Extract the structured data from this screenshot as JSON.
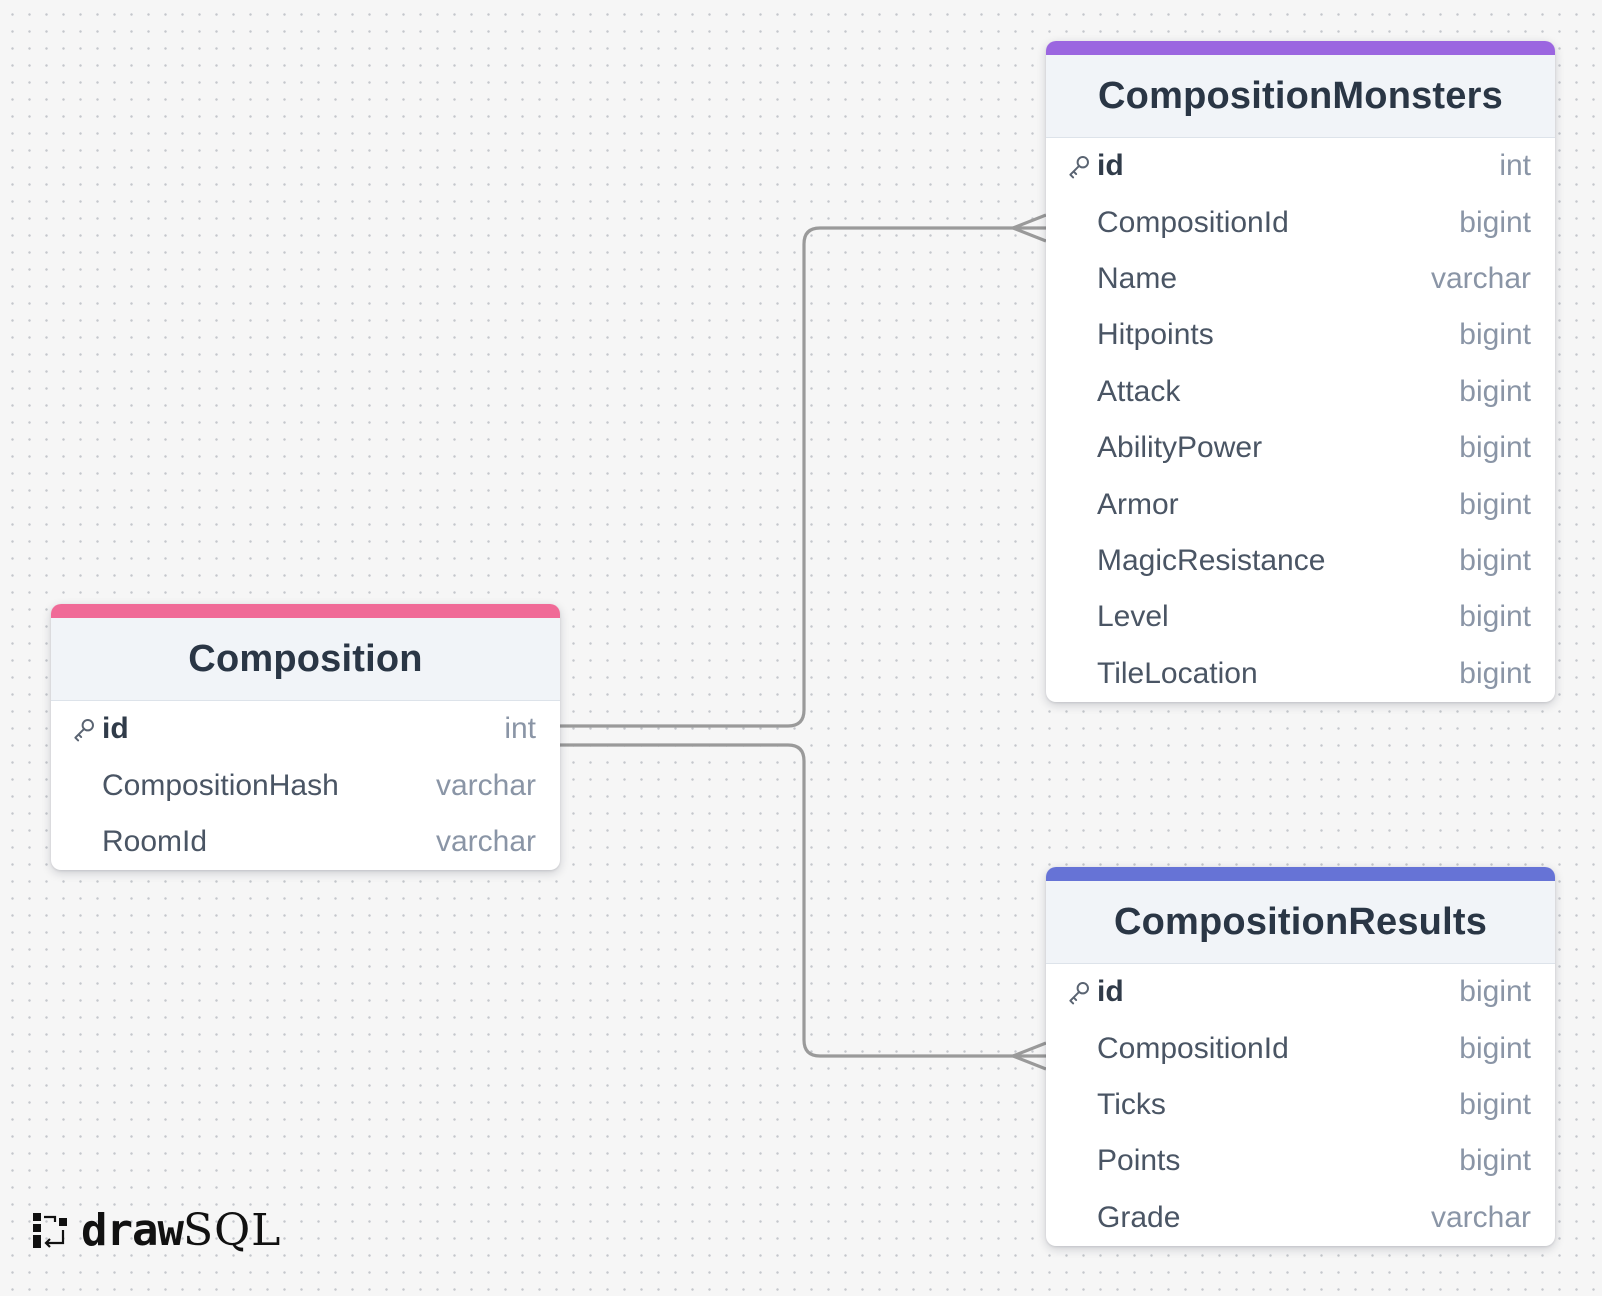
{
  "colors": {
    "background": "#f6f6f6",
    "connector": "#9a9a9a",
    "header_bg": "#f1f4f8"
  },
  "tables": [
    {
      "id": "composition",
      "title": "Composition",
      "accent": "#f06a97",
      "columns": [
        {
          "name": "id",
          "type": "int",
          "primary_key": true
        },
        {
          "name": "CompositionHash",
          "type": "varchar",
          "primary_key": false
        },
        {
          "name": "RoomId",
          "type": "varchar",
          "primary_key": false
        }
      ]
    },
    {
      "id": "monsters",
      "title": "CompositionMonsters",
      "accent": "#9b66e0",
      "columns": [
        {
          "name": "id",
          "type": "int",
          "primary_key": true
        },
        {
          "name": "CompositionId",
          "type": "bigint",
          "primary_key": false
        },
        {
          "name": "Name",
          "type": "varchar",
          "primary_key": false
        },
        {
          "name": "Hitpoints",
          "type": "bigint",
          "primary_key": false
        },
        {
          "name": "Attack",
          "type": "bigint",
          "primary_key": false
        },
        {
          "name": "AbilityPower",
          "type": "bigint",
          "primary_key": false
        },
        {
          "name": "Armor",
          "type": "bigint",
          "primary_key": false
        },
        {
          "name": "MagicResistance",
          "type": "bigint",
          "primary_key": false
        },
        {
          "name": "Level",
          "type": "bigint",
          "primary_key": false
        },
        {
          "name": "TileLocation",
          "type": "bigint",
          "primary_key": false
        }
      ]
    },
    {
      "id": "results",
      "title": "CompositionResults",
      "accent": "#6673d6",
      "columns": [
        {
          "name": "id",
          "type": "bigint",
          "primary_key": true
        },
        {
          "name": "CompositionId",
          "type": "bigint",
          "primary_key": false
        },
        {
          "name": "Ticks",
          "type": "bigint",
          "primary_key": false
        },
        {
          "name": "Points",
          "type": "bigint",
          "primary_key": false
        },
        {
          "name": "Grade",
          "type": "varchar",
          "primary_key": false
        }
      ]
    }
  ],
  "relations": [
    {
      "from": "composition.id",
      "to": "monsters.CompositionId",
      "cardinality": "one-to-many"
    },
    {
      "from": "composition.id",
      "to": "results.CompositionId",
      "cardinality": "one-to-many"
    }
  ],
  "logo": {
    "bold": "draw",
    "light": "SQL",
    "icon": "drawsql-logo-icon"
  }
}
